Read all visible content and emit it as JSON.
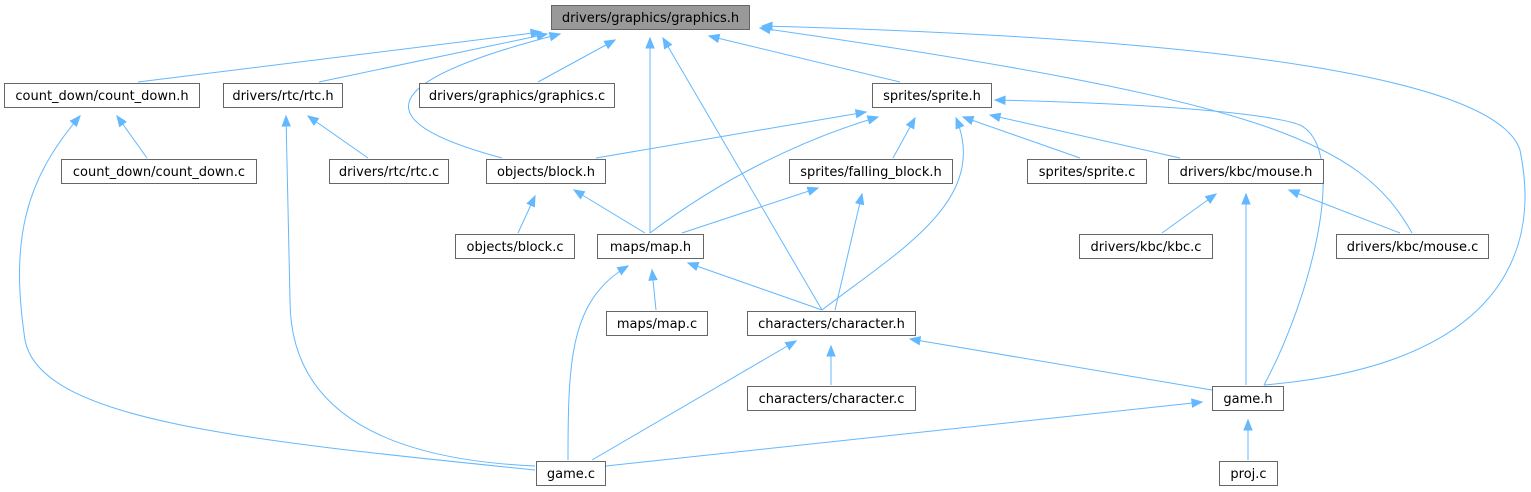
{
  "graph": {
    "edge_color": "#63b8ff",
    "root_fill": "#999999",
    "node_border": "#666666",
    "nodes": [
      {
        "id": "graphics_h",
        "label": "drivers/graphics/graphics.h",
        "root": true
      },
      {
        "id": "count_down_h",
        "label": "count_down/count_down.h"
      },
      {
        "id": "rtc_h",
        "label": "drivers/rtc/rtc.h"
      },
      {
        "id": "graphics_c",
        "label": "drivers/graphics/graphics.c"
      },
      {
        "id": "sprite_h",
        "label": "sprites/sprite.h"
      },
      {
        "id": "count_down_c",
        "label": "count_down/count_down.c"
      },
      {
        "id": "rtc_c",
        "label": "drivers/rtc/rtc.c"
      },
      {
        "id": "block_h",
        "label": "objects/block.h"
      },
      {
        "id": "falling_block_h",
        "label": "sprites/falling_block.h"
      },
      {
        "id": "sprite_c",
        "label": "sprites/sprite.c"
      },
      {
        "id": "mouse_h",
        "label": "drivers/kbc/mouse.h"
      },
      {
        "id": "block_c",
        "label": "objects/block.c"
      },
      {
        "id": "map_h",
        "label": "maps/map.h"
      },
      {
        "id": "kbc_c",
        "label": "drivers/kbc/kbc.c"
      },
      {
        "id": "mouse_c",
        "label": "drivers/kbc/mouse.c"
      },
      {
        "id": "map_c",
        "label": "maps/map.c"
      },
      {
        "id": "character_h",
        "label": "characters/character.h"
      },
      {
        "id": "character_c",
        "label": "characters/character.c"
      },
      {
        "id": "game_h",
        "label": "game.h"
      },
      {
        "id": "game_c",
        "label": "game.c"
      },
      {
        "id": "proj_c",
        "label": "proj.c"
      }
    ],
    "edges": [
      [
        "count_down_h",
        "graphics_h"
      ],
      [
        "rtc_h",
        "graphics_h"
      ],
      [
        "graphics_c",
        "graphics_h"
      ],
      [
        "sprite_h",
        "graphics_h"
      ],
      [
        "block_h",
        "graphics_h"
      ],
      [
        "map_h",
        "graphics_h"
      ],
      [
        "character_h",
        "graphics_h"
      ],
      [
        "mouse_c",
        "graphics_h"
      ],
      [
        "game_h",
        "graphics_h"
      ],
      [
        "count_down_c",
        "count_down_h"
      ],
      [
        "game_c",
        "count_down_h"
      ],
      [
        "rtc_c",
        "rtc_h"
      ],
      [
        "game_c",
        "rtc_h"
      ],
      [
        "block_h",
        "sprite_h"
      ],
      [
        "falling_block_h",
        "sprite_h"
      ],
      [
        "sprite_c",
        "sprite_h"
      ],
      [
        "mouse_h",
        "sprite_h"
      ],
      [
        "map_h",
        "sprite_h"
      ],
      [
        "character_h",
        "sprite_h"
      ],
      [
        "game_h",
        "sprite_h"
      ],
      [
        "block_c",
        "block_h"
      ],
      [
        "map_h",
        "block_h"
      ],
      [
        "map_h",
        "falling_block_h"
      ],
      [
        "character_h",
        "falling_block_h"
      ],
      [
        "kbc_c",
        "mouse_h"
      ],
      [
        "mouse_c",
        "mouse_h"
      ],
      [
        "game_h",
        "mouse_h"
      ],
      [
        "map_c",
        "map_h"
      ],
      [
        "character_h",
        "map_h"
      ],
      [
        "game_c",
        "map_h"
      ],
      [
        "character_c",
        "character_h"
      ],
      [
        "game_c",
        "character_h"
      ],
      [
        "game_h",
        "character_h"
      ],
      [
        "game_c",
        "game_h"
      ],
      [
        "proj_c",
        "game_h"
      ]
    ]
  }
}
